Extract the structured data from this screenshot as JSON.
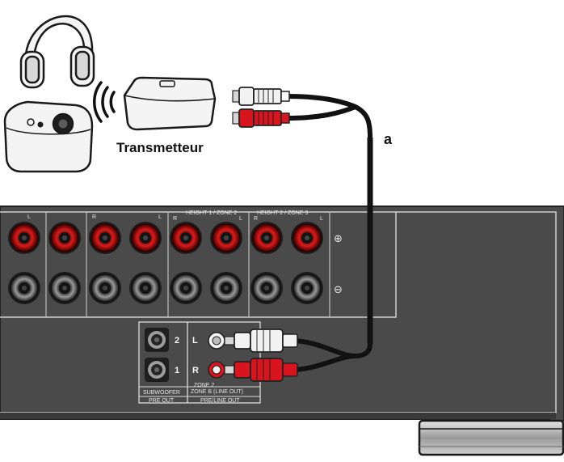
{
  "labels": {
    "transmitter": "Transmetteur",
    "cable": "a"
  },
  "panel": {
    "top_labels": {
      "left_L": "L",
      "group2_R": "R",
      "group2_L": "L",
      "height1_zone2": "HEIGHT 1 / ZONE 2",
      "height1_R": "R",
      "height1_L": "L",
      "height2_zone3": "HEIGHT 2 / ZONE 3",
      "height2_R": "R",
      "height2_L": "L"
    },
    "plus_sign": "⊕",
    "minus_sign": "⊖",
    "preout_2": "2",
    "preout_1": "1",
    "preline_L": "L",
    "preline_R": "R",
    "subwoofer_label": "SUBWOOFER",
    "pre_out_label": "PRE OUT",
    "zone_label_1": "ZONE 2",
    "zone_label_2": "ZONE B (LINE OUT)",
    "preline_out_label": "PRE/LINE OUT"
  },
  "colors": {
    "panel": "#4a4a4a",
    "red_plug": "#d8141e",
    "white_plug": "#f2f2f2",
    "cable": "#111111"
  }
}
